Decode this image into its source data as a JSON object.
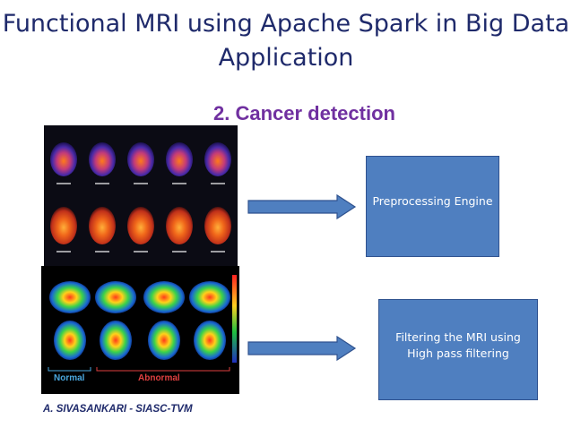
{
  "slide": {
    "title": "Functional MRI using Apache Spark in Big Data Application",
    "subtitle": "2. Cancer detection",
    "footer": "A. SIVASANKARI - SIASC-TVM"
  },
  "images": {
    "mri_grid": {
      "icon": "brain-mri-scan-grid-image"
    },
    "pet_comparison": {
      "icon": "brain-pet-scan-comparison-image",
      "label_normal": "Normal",
      "label_abnormal": "Abnormal"
    }
  },
  "process_boxes": [
    {
      "label": "Preprocessing Engine"
    },
    {
      "label": "Filtering the MRI using High pass filtering"
    }
  ],
  "colors": {
    "title": "#1f2a6b",
    "subtitle": "#7030a0",
    "box_fill": "#4f7fc0",
    "box_border": "#2f528f"
  }
}
